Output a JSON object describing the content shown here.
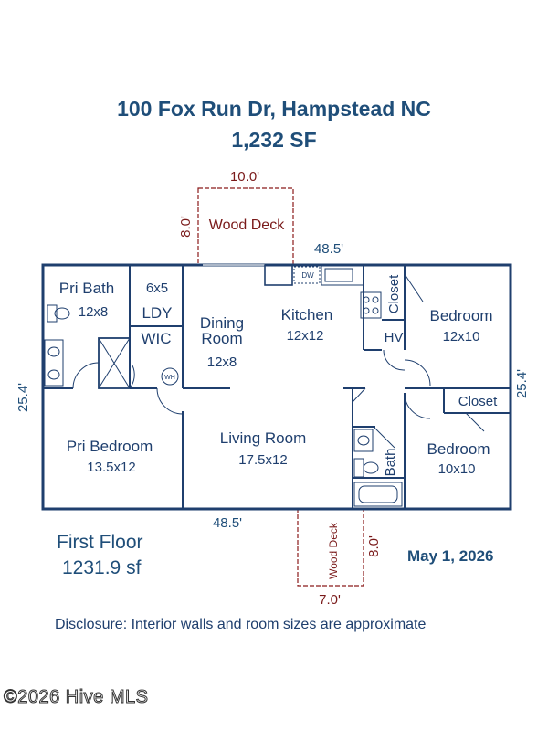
{
  "header": {
    "address": "100 Fox Run Dr, Hampstead NC",
    "total_sf": "1,232 SF"
  },
  "decks": {
    "top": {
      "label": "Wood Deck",
      "width": "10.0'",
      "depth": "8.0'"
    },
    "bottom": {
      "label": "Wood Deck",
      "width": "7.0'",
      "depth": "8.0'"
    }
  },
  "dimensions": {
    "top": "48.5'",
    "bottom": "48.5'",
    "left": "25.4'",
    "right": "25.4'"
  },
  "rooms": {
    "pri_bath": {
      "name": "Pri Bath",
      "size": "12x8"
    },
    "laundry": {
      "size": "6x5",
      "name": "LDY"
    },
    "wic": {
      "name": "WIC"
    },
    "dining": {
      "name_line1": "Dining",
      "name_line2": "Room",
      "size": "12x8"
    },
    "kitchen": {
      "name": "Kitchen",
      "size": "12x12"
    },
    "closet_top": {
      "name": "Closet"
    },
    "hv": {
      "name": "HV"
    },
    "bedroom_top": {
      "name": "Bedroom",
      "size": "12x10"
    },
    "closet_right": {
      "name": "Closet"
    },
    "pri_bedroom": {
      "name": "Pri Bedroom",
      "size": "13.5x12"
    },
    "living": {
      "name": "Living Room",
      "size": "17.5x12"
    },
    "bath": {
      "name": "Bath"
    },
    "bedroom_bottom": {
      "name": "Bedroom",
      "size": "10x10"
    }
  },
  "fixtures": {
    "dishwasher": "DW",
    "water_heater": "WH"
  },
  "footer": {
    "floor_name": "First Floor",
    "floor_sf": "1231.9 sf",
    "date": "May 1, 2026",
    "disclosure": "Disclosure: Interior walls and room sizes are approximate",
    "copyright": "©2026 Hive MLS"
  }
}
